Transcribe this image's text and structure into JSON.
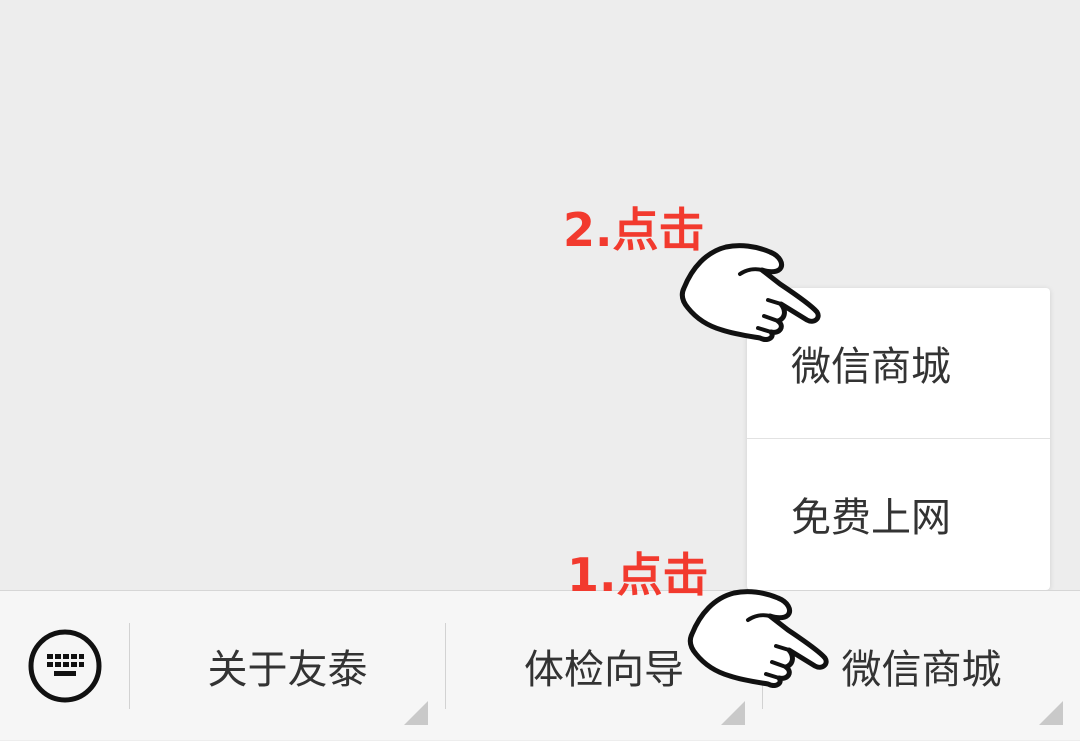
{
  "menu": {
    "items": [
      {
        "label": "关于友泰"
      },
      {
        "label": "体检向导"
      },
      {
        "label": "微信商城"
      }
    ],
    "keyboard_icon": "keyboard-icon"
  },
  "popup": {
    "items": [
      {
        "label": "微信商城"
      },
      {
        "label": "免费上网"
      }
    ]
  },
  "annotations": {
    "step1": "1.点击",
    "step2": "2.点击"
  },
  "colors": {
    "background": "#ededed",
    "menu_bar": "#f6f6f6",
    "annotation": "#f23a2e",
    "text": "#333333"
  }
}
